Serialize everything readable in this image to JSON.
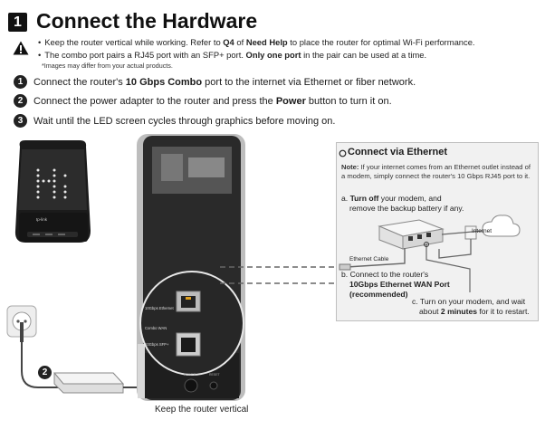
{
  "header": {
    "number": "1",
    "title": "Connect the Hardware"
  },
  "notes": {
    "line1": {
      "pre": "Keep the router vertical while working. Refer to ",
      "b1": "Q4",
      "mid": " of ",
      "b2": "Need Help",
      "post": " to place the router for optimal Wi-Fi performance."
    },
    "line2": {
      "pre": "The combo port pairs a RJ45 port with an SFP+ port. ",
      "b1": "Only one port",
      "post": " in the pair can be used at a time."
    },
    "disclaimer": "*Images may differ from your actual products."
  },
  "steps": [
    {
      "num": "1",
      "pre": "Connect the router's ",
      "bold": "10 Gbps Combo",
      "post": " port to the internet via Ethernet or fiber network."
    },
    {
      "num": "2",
      "pre": "Connect the power adapter to the router and press the ",
      "bold": "Power",
      "post": " button to turn it on."
    },
    {
      "num": "3",
      "pre": "Wait until the LED screen cycles through graphics before moving on.",
      "bold": "",
      "post": ""
    }
  ],
  "panel": {
    "title": "Connect via Ethernet",
    "note_label": "Note:",
    "note_text": " If your internet comes from an Ethernet outlet instead of a modem, simply connect the router's 10 Gbps RJ45 port to it.",
    "a_prefix": "a. ",
    "a_bold": "Turn off",
    "a_rest": " your modem, and",
    "a_line2": "remove the backup battery if any.",
    "internet": "Internet",
    "ethernet_cable": "Ethernet Cable",
    "b_prefix": "b. ",
    "b_line1": "Connect to the router's",
    "b_line2": "10Gbps Ethernet WAN Port",
    "b_line3": "(recommended)",
    "c_prefix": "c. ",
    "c_line1": "Turn on your modem, and wait",
    "c_pre": "about ",
    "c_bold": "2 minutes",
    "c_post": " for it to restart."
  },
  "router": {
    "brand": "tp-link",
    "port_labels": [
      "10Gbps Ethernet",
      "Combo WAN",
      "10Gbps SFP+"
    ],
    "power_label": "POWER",
    "reset_label": "RESET"
  },
  "step2_badge": "2",
  "caption": "Keep the router vertical"
}
